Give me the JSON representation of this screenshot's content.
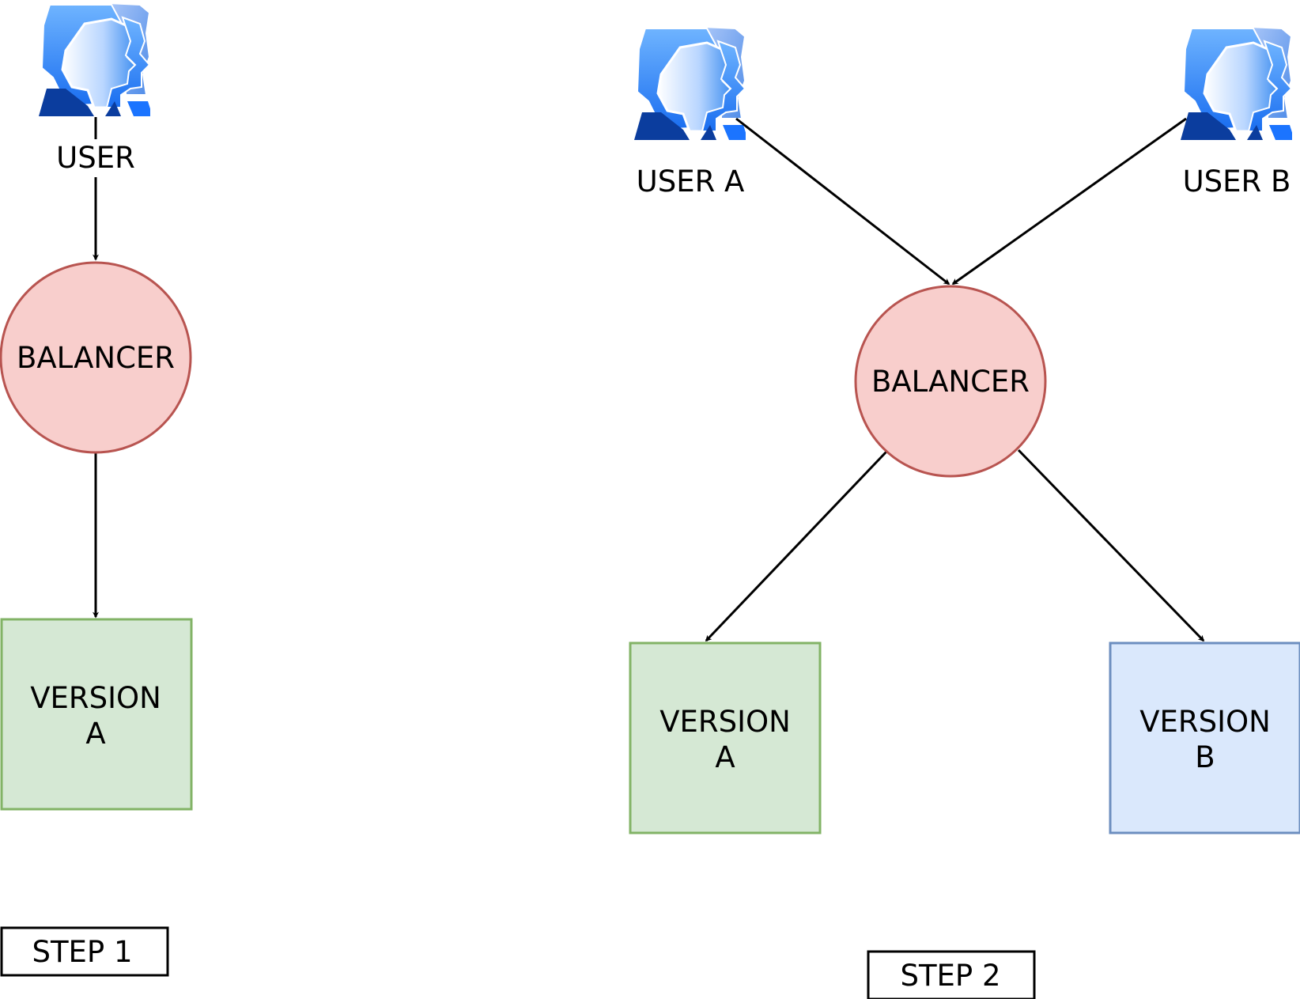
{
  "step1": {
    "user_label": "USER",
    "balancer_label": "BALANCER",
    "version_a_line1": "VERSION",
    "version_a_line2": "A",
    "step_label": "STEP 1"
  },
  "step2": {
    "user_a_label": "USER A",
    "user_b_label": "USER B",
    "balancer_label": "BALANCER",
    "version_a_line1": "VERSION",
    "version_a_line2": "A",
    "version_b_line1": "VERSION",
    "version_b_line2": "B",
    "step_label": "STEP 2"
  },
  "colors": {
    "balancer_fill": "#f8cecc",
    "balancer_stroke": "#b85450",
    "version_a_fill": "#d5e8d4",
    "version_a_stroke": "#82b366",
    "version_b_fill": "#dae8fc",
    "version_b_stroke": "#6c8ebf",
    "edge": "#000000"
  },
  "icons": {
    "user": "users-icon"
  }
}
